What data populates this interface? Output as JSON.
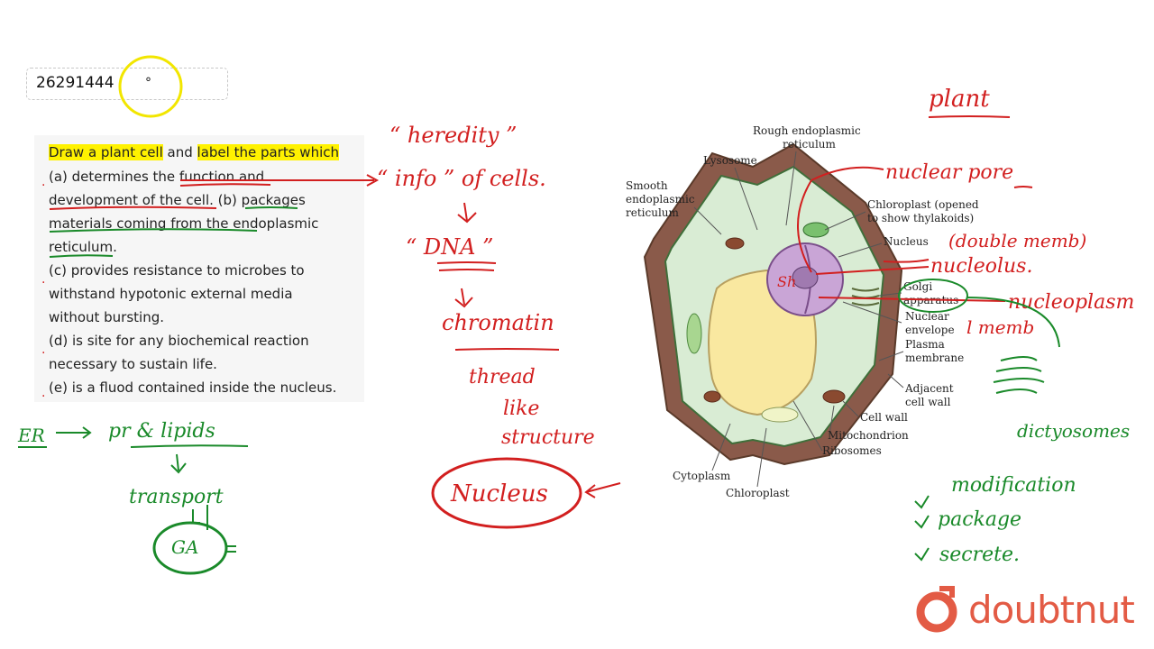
{
  "question_id": "26291444",
  "question_id_dot": "°",
  "question": {
    "line1_a": "Draw a plant cell",
    "line1_b": " and ",
    "line1_c": "label the parts which",
    "line2": "(a) determines the function and",
    "line3": "development of the cell. (b) packages",
    "line4": "materials coming from the endoplasmic",
    "line5": "reticulum.",
    "line6": "(c) provides resistance to microbes to",
    "line7": "withstand hypotonic external media",
    "line8": "without bursting.",
    "line9": "(d) is site for any biochemical reaction",
    "line10": "necessary to sustain life.",
    "line11": "(e) is a fluod contained inside the nucleus."
  },
  "annotations": {
    "heredity": "“ heredity ”",
    "info": "“ info ” of cells.",
    "dna": "“ DNA ”",
    "chromatin": "chromatin",
    "thread": "thread",
    "like": "like",
    "structure": "structure",
    "nucleus": "Nucleus",
    "plant": "plant",
    "nuclear_pore": "nuclear pore",
    "double_memb": "(double memb)",
    "nucleolus": "nucleolus.",
    "nucleoplasm": "nucleoplasm",
    "memb": "l memb",
    "dictyosomes": "dictyosomes",
    "modification": "modification",
    "package": "package",
    "secrete": "secrete.",
    "er": "ER",
    "pr_lipids": "pr & lipids",
    "transport": "transport",
    "ga": "GA"
  },
  "diagram": {
    "rough_er": "Rough endoplasmic",
    "rough_er2": "reticulum",
    "lysosome": "Lysosome",
    "smooth_er1": "Smooth",
    "smooth_er2": "endoplasmic",
    "smooth_er3": "reticulum",
    "chloroplast_opened1": "Chloroplast (opened",
    "chloroplast_opened2": "to show thylakoids)",
    "nucleus": "Nucleus",
    "golgi1": "Golgi",
    "golgi2": "apparatus",
    "nuclear_env1": "Nuclear",
    "nuclear_env2": "envelope",
    "plasma1": "Plasma",
    "plasma2": "membrane",
    "adjacent1": "Adjacent",
    "adjacent2": "cell wall",
    "cell_wall": "Cell wall",
    "mitochondrion": "Mitochondrion",
    "ribosomes": "Ribosomes",
    "cytoplasm": "Cytoplasm",
    "chloroplast": "Chloroplast"
  },
  "brand": {
    "name": "doubtnut",
    "color": "#e35b45"
  },
  "colors": {
    "red_ink": "#d21f1f",
    "green_ink": "#1a8a2a",
    "highlight": "#fff200"
  }
}
